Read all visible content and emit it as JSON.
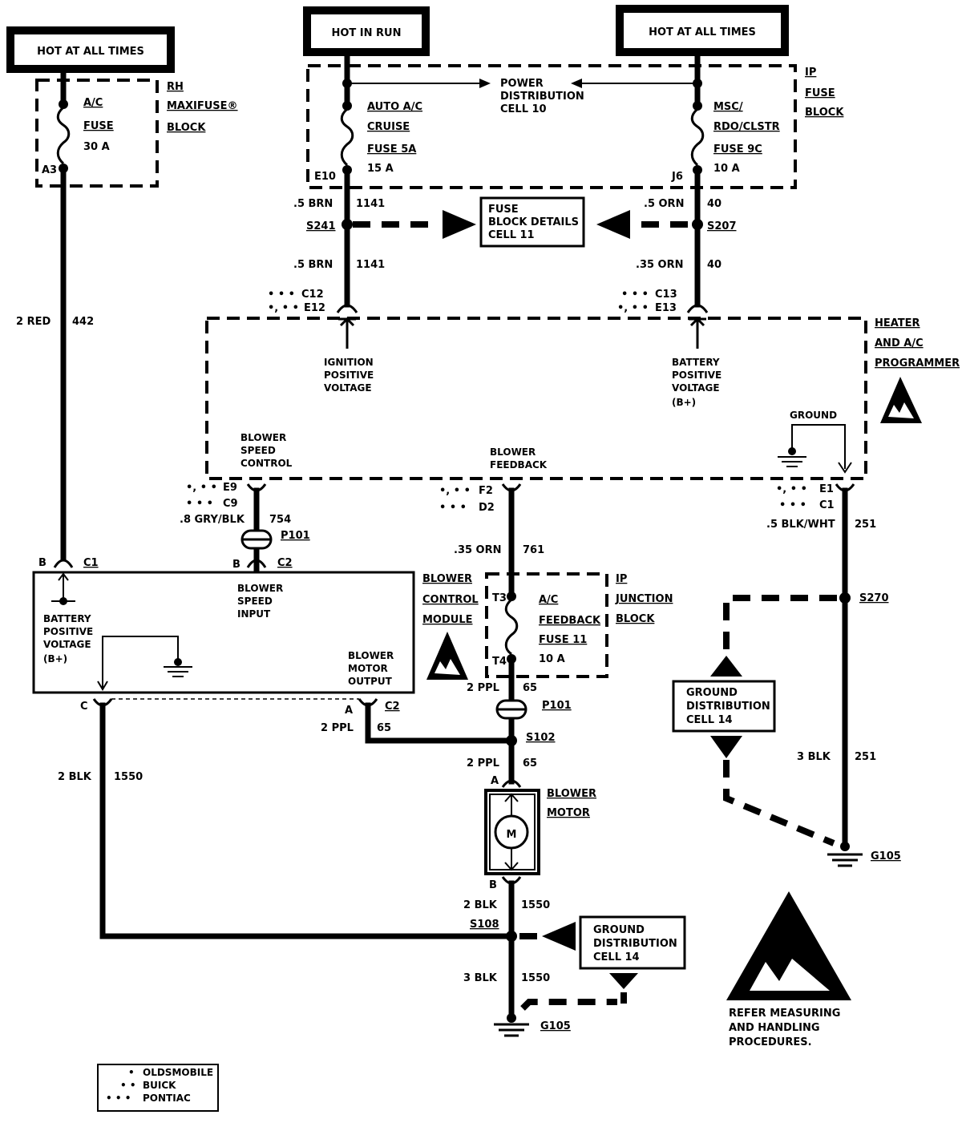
{
  "header": {
    "hot_left": "HOT AT ALL TIMES",
    "hot_run": "HOT IN RUN",
    "hot_right": "HOT AT ALL TIMES"
  },
  "maxifuse": {
    "title1": "RH",
    "title2": "MAXIFUSE®",
    "title3": "BLOCK",
    "fuse1": "A/C",
    "fuse2": "FUSE",
    "fuse3": "30 A",
    "pin": "A3"
  },
  "ip_fuse_block": {
    "title1": "IP",
    "title2": "FUSE",
    "title3": "BLOCK",
    "power_dist1": "POWER",
    "power_dist2": "DISTRIBUTION",
    "power_dist3": "CELL 10",
    "fuse_left1": "AUTO A/C",
    "fuse_left2": "CRUISE",
    "fuse_left3": "FUSE 5A",
    "fuse_left4": "15 A",
    "pin_left": "E10",
    "fuse_right1": "MSC/",
    "fuse_right2": "RDO/CLSTR",
    "fuse_right3": "FUSE 9C",
    "fuse_right4": "10 A",
    "pin_right": "J6"
  },
  "fuse_details": {
    "line1": "FUSE",
    "line2": "BLOCK DETAILS",
    "line3": "CELL 11"
  },
  "wires": {
    "w_brn_a": ".5 BRN",
    "w_brn_a_num": "1141",
    "s241": "S241",
    "w_brn_b": ".5 BRN",
    "w_brn_b_num": "1141",
    "w_orn_a": ".5 ORN",
    "w_orn_a_num": "40",
    "s207": "S207",
    "w_orn_b": ".35 ORN",
    "w_orn_b_num": "40",
    "w_red": "2 RED",
    "w_red_num": "442",
    "w_gry": ".8 GRY/BLK",
    "w_gry_num": "754",
    "w_orn761": ".35 ORN",
    "w_orn761_num": "761",
    "w_blkwht": ".5 BLK/WHT",
    "w_blkwht_num": "251",
    "s270": "S270",
    "w_ppl_a": "2 PPL",
    "w_ppl_a_num": "65",
    "w_ppl_b": "2 PPL",
    "w_ppl_b_num": "65",
    "s102": "S102",
    "w_ppl_c": "2 PPL",
    "w_ppl_c_num": "65",
    "w_blk1550_a": "2 BLK",
    "w_blk1550_a_num": "1550",
    "w_blk1550_b": "2 BLK",
    "w_blk1550_b_num": "1550",
    "s108": "S108",
    "w_blk1550_c": "3 BLK",
    "w_blk1550_c_num": "1550",
    "w_blk251": "3 BLK",
    "w_blk251_num": "251",
    "g105_a": "G105",
    "g105_b": "G105"
  },
  "connectors": {
    "c12": "C12",
    "e12": "E12",
    "c13": "C13",
    "e13": "E13",
    "e9": "E9",
    "c9": "C9",
    "f2": "F2",
    "d2": "D2",
    "e1": "E1",
    "c1": "C1",
    "p101_a": "P101",
    "p101_b": "P101",
    "b_a": "B",
    "c1_mod": "C1",
    "b_b": "B",
    "c2_mod": "C2",
    "c_mod": "C",
    "a_mod": "A",
    "c2_mod_b": "C2",
    "motor_a": "A",
    "motor_b": "B",
    "t3": "T3",
    "t4": "T4"
  },
  "programmer": {
    "title1": "HEATER",
    "title2": "AND A/C",
    "title3": "PROGRAMMER",
    "ign1": "IGNITION",
    "ign2": "POSITIVE",
    "ign3": "VOLTAGE",
    "bat1": "BATTERY",
    "bat2": "POSITIVE",
    "bat3": "VOLTAGE",
    "bat4": "(B+)",
    "ground": "GROUND",
    "bsc1": "BLOWER",
    "bsc2": "SPEED",
    "bsc3": "CONTROL",
    "bf1": "BLOWER",
    "bf2": "FEEDBACK"
  },
  "module": {
    "title1": "BLOWER",
    "title2": "CONTROL",
    "title3": "MODULE",
    "bpv1": "BATTERY",
    "bpv2": "POSITIVE",
    "bpv3": "VOLTAGE",
    "bpv4": "(B+)",
    "bsi1": "BLOWER",
    "bsi2": "SPEED",
    "bsi3": "INPUT",
    "bmo1": "BLOWER",
    "bmo2": "MOTOR",
    "bmo3": "OUTPUT"
  },
  "ip_junction": {
    "title1": "IP",
    "title2": "JUNCTION",
    "title3": "BLOCK",
    "fuse1": "A/C",
    "fuse2": "FEEDBACK",
    "fuse3": "FUSE 11",
    "fuse4": "10 A"
  },
  "motor": {
    "title1": "BLOWER",
    "title2": "MOTOR",
    "symbol": "M"
  },
  "ground_dist_a": {
    "line1": "GROUND",
    "line2": "DISTRIBUTION",
    "line3": "CELL 14"
  },
  "ground_dist_b": {
    "line1": "GROUND",
    "line2": "DISTRIBUTION",
    "line3": "CELL 14"
  },
  "esd": {
    "line1": "REFER MEASURING",
    "line2": "AND HANDLING",
    "line3": "PROCEDURES."
  },
  "legend": {
    "olds": "OLDSMOBILE",
    "buick": "BUICK",
    "pontiac": "PONTIAC"
  }
}
